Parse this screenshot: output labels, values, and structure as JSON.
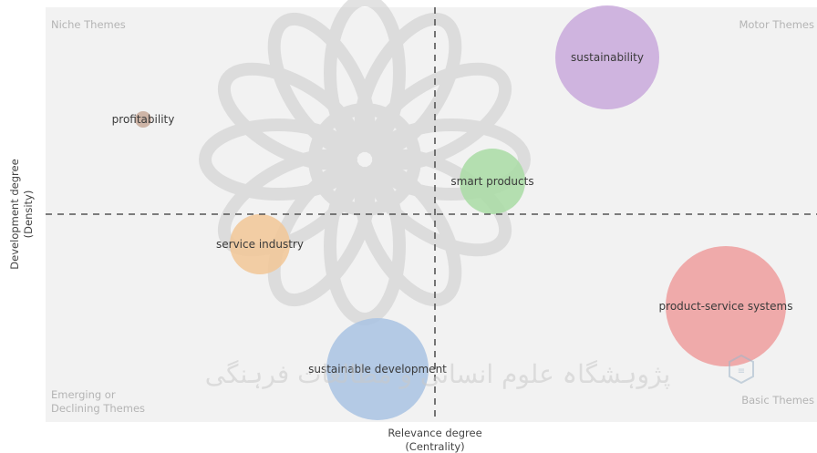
{
  "chart_data": {
    "type": "scatter",
    "title": "",
    "xlabel": [
      "Relevance degree",
      "(Centrality)"
    ],
    "ylabel": [
      "Development degree",
      "(Density)"
    ],
    "xlim": [
      0,
      1
    ],
    "ylim": [
      0,
      1
    ],
    "grid": false,
    "dividers": {
      "x": 0.5,
      "y": 0.5
    },
    "quadrant_labels": {
      "top_left": [
        "Niche Themes"
      ],
      "top_right": [
        "Motor Themes"
      ],
      "bottom_left": [
        "Emerging or",
        "Declining Themes"
      ],
      "bottom_right": [
        "Basic Themes"
      ]
    },
    "points": [
      {
        "label": "sustainability",
        "x": 0.72,
        "y": 0.95,
        "size": 62,
        "color": "#c9a9dc"
      },
      {
        "label": "profitability",
        "x": 0.12,
        "y": 0.72,
        "size": 9,
        "color": "#c8aa9a"
      },
      {
        "label": "smart products",
        "x": 0.57,
        "y": 0.58,
        "size": 36,
        "color": "#a9dca4"
      },
      {
        "label": "service industry",
        "x": 0.27,
        "y": 0.4,
        "size": 33,
        "color": "#f2c797"
      },
      {
        "label": "product-service systems",
        "x": 0.95,
        "y": 0.2,
        "size": 70,
        "color": "#ef9e9e"
      },
      {
        "label": "sustainable development",
        "x": 0.42,
        "y": 0.05,
        "size": 57,
        "color": "#a9c3e3"
      }
    ]
  },
  "watermark": {
    "text_line_1": "پژوہشگاہ علوم انسانی و مطالعات فرہنگی"
  }
}
